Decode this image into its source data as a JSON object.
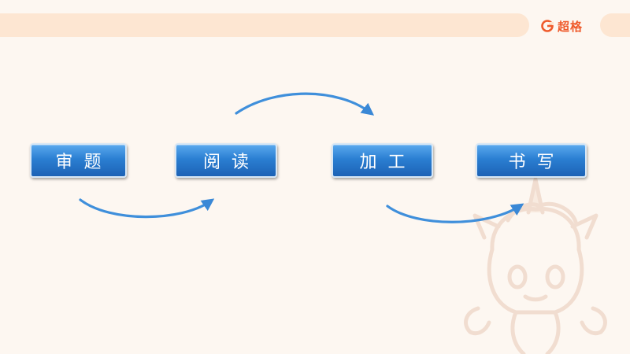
{
  "header": {
    "brand_name": "超格",
    "brand_icon": "g-logo-icon",
    "brand_color": "#ef5b2c",
    "bar_color": "#fde6d2"
  },
  "flow": {
    "steps": [
      "审题",
      "阅读",
      "加工",
      "书写"
    ],
    "step_color": "#2b7fd2"
  },
  "decoration": {
    "mascot": "unicorn-watermark"
  }
}
